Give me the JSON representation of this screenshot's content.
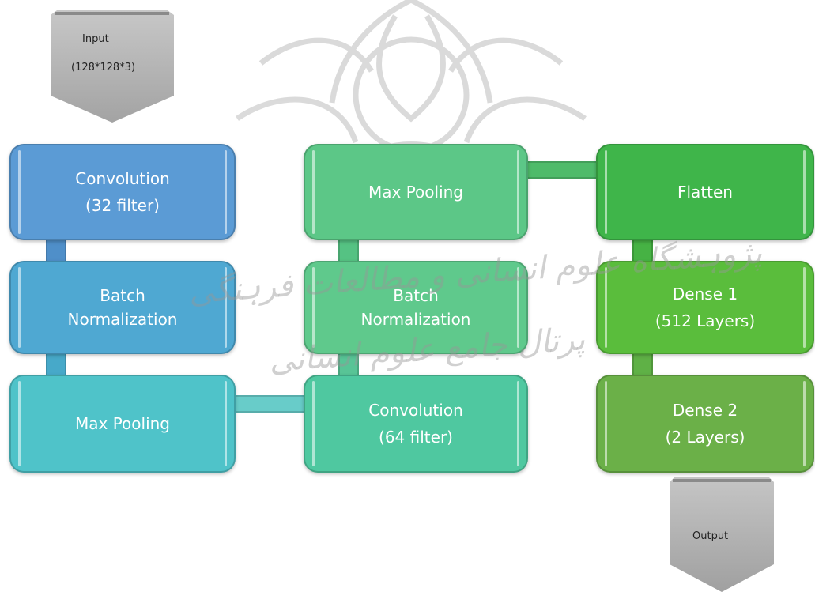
{
  "input": {
    "label": "Input",
    "shape": "(128*128*3)"
  },
  "output": {
    "label": "Output"
  },
  "column1": {
    "conv": {
      "line1": "Convolution",
      "line2": "(32 filter)"
    },
    "batchnorm": {
      "line1": "Batch",
      "line2": "Normalization"
    },
    "maxpool": {
      "line1": "Max Pooling"
    }
  },
  "column2": {
    "maxpool": {
      "line1": "Max Pooling"
    },
    "batchnorm": {
      "line1": "Batch",
      "line2": "Normalization"
    },
    "conv": {
      "line1": "Convolution",
      "line2": "(64 filter)"
    }
  },
  "column3": {
    "flatten": {
      "line1": "Flatten"
    },
    "dense1": {
      "line1": "Dense 1",
      "line2": "(512 Layers)"
    },
    "dense2": {
      "line1": "Dense 2",
      "line2": "(2 Layers)"
    }
  },
  "watermark": {
    "line1": "پژوہشگاه علوم انسانی و مطالعات فرہنگی",
    "line2": "پرتال جامع علوم انسانی"
  },
  "colors": {
    "conv1": "#5b9bd5",
    "bn1": "#4fa8d2",
    "mp1": "#4fc3c9",
    "mp2": "#5cc787",
    "bn2": "#5fc98c",
    "conv2": "#4fc8a0",
    "flatten": "#3fb54a",
    "dense1": "#5abd3c",
    "dense2": "#6bb048",
    "arrow": "#a6a6a6"
  }
}
